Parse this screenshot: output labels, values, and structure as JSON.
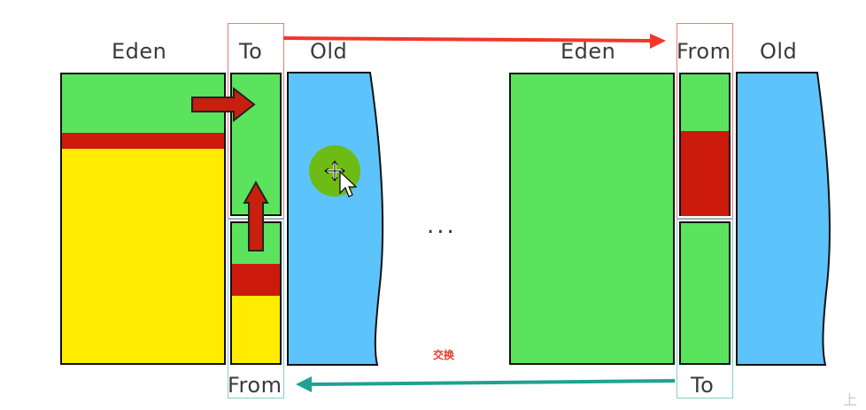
{
  "left_heap": {
    "eden_label": "Eden",
    "to_label": "To",
    "old_label": "Old",
    "from_label": "From"
  },
  "right_heap": {
    "eden_label": "Eden",
    "from_label": "From",
    "old_label": "Old",
    "to_label": "To"
  },
  "swap_label": "交换",
  "ellipsis": "...",
  "watermark": "上",
  "colors": {
    "green": "#5be35e",
    "yellow": "#ffec00",
    "red": "#cc1a0c",
    "blue": "#5cc3fb",
    "red_arrow": "#f1362a",
    "teal_arrow": "#1fa291",
    "dark_red_arrow": "#c8200f"
  }
}
